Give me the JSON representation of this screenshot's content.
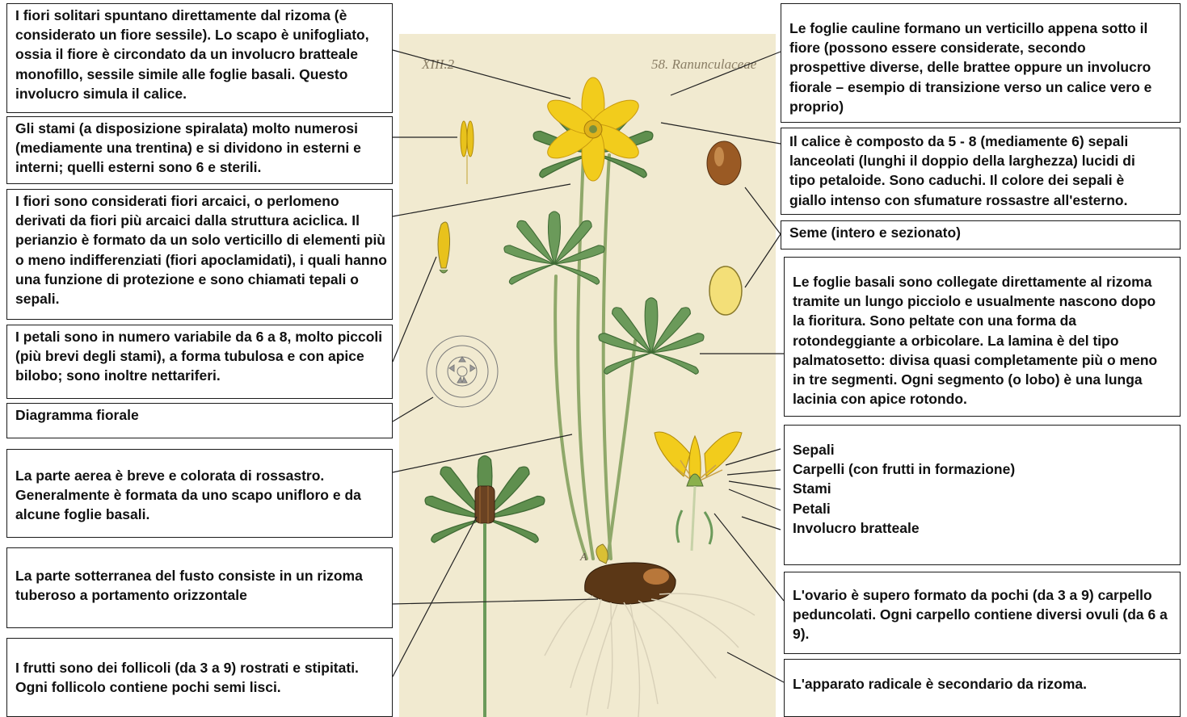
{
  "plate": {
    "header_left": "XIII.2",
    "header_right": "58. Ranunculaceae"
  },
  "labels": {
    "fiori_solitari": "I fiori solitari spuntano direttamente dal rizoma (è\nconsiderato un fiore sessile). Lo scapo è unifogliato,\nossia il fiore è circondato da un involucro bratteale\nmonofillo, sessile simile alle foglie basali. Questo\ninvolucro simula il calice.",
    "stami": "Gli stami (a disposizione spiralata) molto numerosi\n(mediamente una trentina) e si dividono in esterni e\ninterni; quelli esterni sono 6 e sterili.",
    "fiori_arcaici": "I fiori sono considerati fiori arcaici, o perlomeno\nderivati da fiori più arcaici dalla struttura aciclica. Il\nperianzio è formato da un solo verticillo di elementi più\no meno indifferenziati (fiori apoclamidati), i quali hanno\nuna funzione di protezione e sono chiamati tepali o\nsepali.",
    "petali": "I petali sono in numero variabile da 6 a 8, molto piccoli\n(più brevi degli stami), a forma tubulosa e con apice\nbilobo; sono inoltre nettariferi.",
    "diagramma": "Diagramma fiorale",
    "parte_aerea": "La parte aerea è breve e colorata di rossastro.\nGeneralmente è formata da uno scapo unifloro e da\nalcune foglie basali.",
    "parte_sotterranea": "La parte sotterranea del fusto consiste in un rizoma\ntuberoso a portamento orizzontale",
    "frutti": "I frutti sono dei follicoli (da 3 a 9) rostrati e stipitati.\nOgni follicolo contiene pochi semi lisci.",
    "foglie_cauline": "Le foglie cauline formano un verticillo appena sotto il\nfiore (possono essere considerate, secondo\nprospettive diverse, delle brattee oppure un involucro\nfiorale – esempio di transizione verso un calice vero e\nproprio)",
    "calice": "Il calice è composto da 5 - 8 (mediamente 6) sepali\nlanceolati (lunghi il doppio della larghezza) lucidi di\ntipo petaloide. Sono caduchi. Il colore dei sepali è\ngiallo intenso con sfumature rossastre all'esterno.",
    "seme": "Seme (intero e sezionato)",
    "foglie_basali": "Le foglie basali sono collegate direttamente al rizoma\ntramite un lungo picciolo e usualmente nascono dopo\nla fioritura. Sono peltate con una forma da\nrotondeggiante a orbicolare. La lamina è del tipo\npalmatosetto: divisa quasi completamente più o meno\nin tre segmenti. Ogni segmento (o lobo) è una lunga\nlacinia con apice rotondo.",
    "parti_fiore": "Sepali\nCarpelli (con frutti in formazione)\nStami\nPetali\nInvolucro bratteale",
    "ovario": "L'ovario è supero formato da pochi (da 3 a 9) carpello\npeduncolati. Ogni carpello contiene diversi ovuli (da 6 a\n9).",
    "apparato_radicale": "L'apparato radicale è secondario da rizoma."
  },
  "colors": {
    "plate_background": "#f1ead0",
    "petal_yellow": "#f2cc1c",
    "leaf_green": "#6b9a5a",
    "rhizome_brown": "#5b3716",
    "seed_brown": "#9a5a24"
  }
}
